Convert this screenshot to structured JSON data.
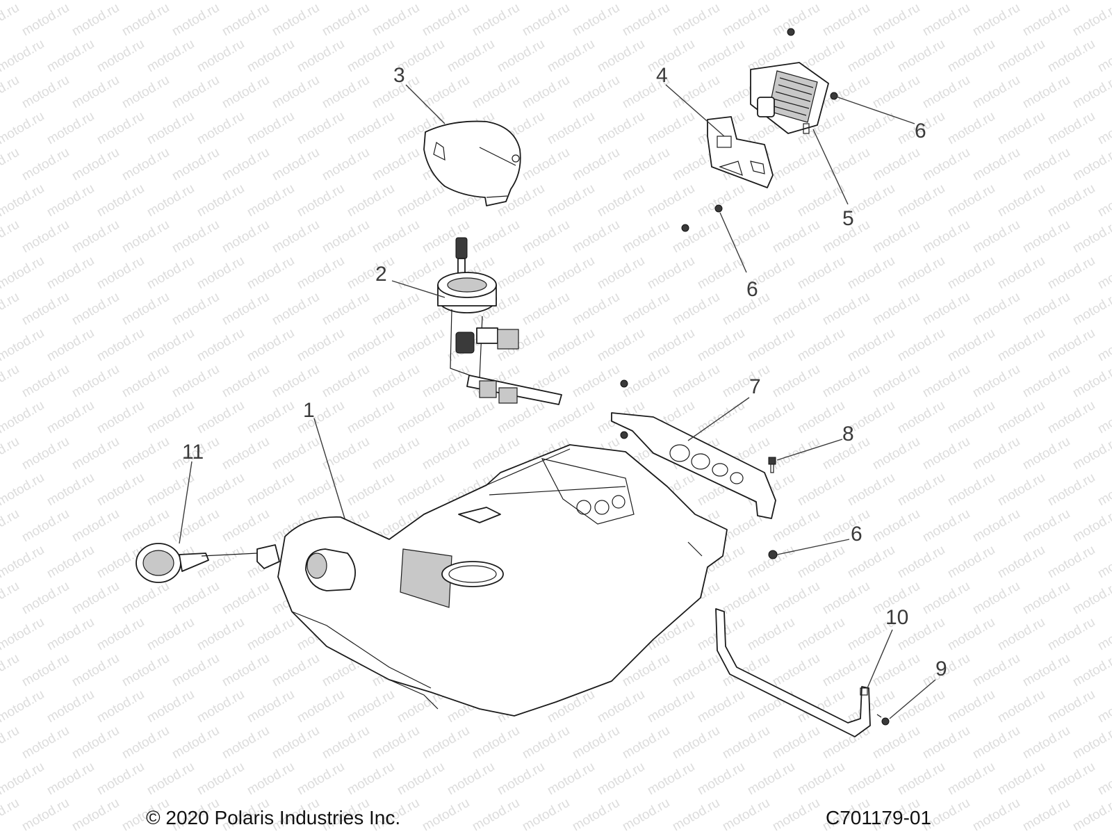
{
  "watermark": {
    "text": "motod.ru",
    "color": "#dcdcdc"
  },
  "callouts": [
    {
      "id": "1",
      "label": "1"
    },
    {
      "id": "2",
      "label": "2"
    },
    {
      "id": "3",
      "label": "3"
    },
    {
      "id": "4",
      "label": "4"
    },
    {
      "id": "5",
      "label": "5"
    },
    {
      "id": "6a",
      "label": "6"
    },
    {
      "id": "6b",
      "label": "6"
    },
    {
      "id": "6c",
      "label": "6"
    },
    {
      "id": "7",
      "label": "7"
    },
    {
      "id": "8",
      "label": "8"
    },
    {
      "id": "9",
      "label": "9"
    },
    {
      "id": "10",
      "label": "10"
    },
    {
      "id": "11",
      "label": "11"
    }
  ],
  "footer": {
    "copyright": "© 2020 Polaris Industries Inc.",
    "drawing_number": "C701179-01"
  }
}
